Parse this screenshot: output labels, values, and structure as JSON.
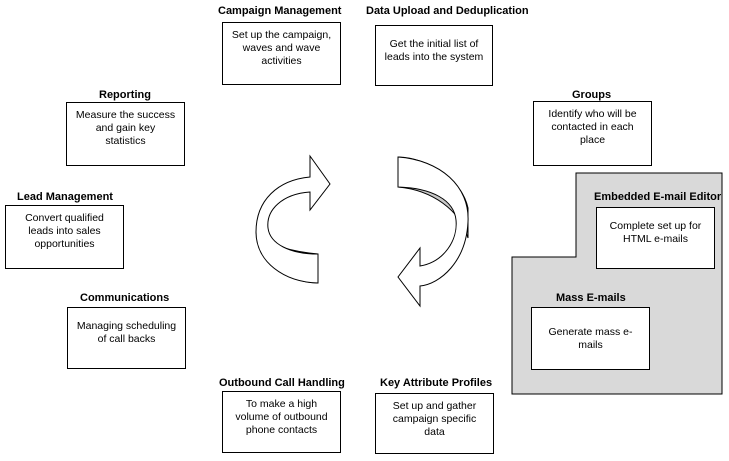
{
  "items": [
    {
      "key": "campaign",
      "title": "Campaign Management",
      "text": "Set up the campaign, waves and wave activities"
    },
    {
      "key": "upload",
      "title": "Data Upload and Deduplication",
      "text": "Get the initial list of leads into the system"
    },
    {
      "key": "groups",
      "title": "Groups",
      "text": "Identify who will be contacted in each place"
    },
    {
      "key": "editor",
      "title": "Embedded E-mail Editor",
      "text": "Complete set up for HTML e-mails"
    },
    {
      "key": "mass",
      "title": "Mass E-mails",
      "text": "Generate mass e-mails"
    },
    {
      "key": "keyattr",
      "title": "Key Attribute Profiles",
      "text": "Set up and gather campaign specific data"
    },
    {
      "key": "outbound",
      "title": "Outbound Call Handling",
      "text": "To make a high volume of outbound phone contacts"
    },
    {
      "key": "comms",
      "title": "Communications",
      "text": "Managing scheduling of call backs"
    },
    {
      "key": "lead",
      "title": "Lead Management",
      "text": "Convert qualified leads into sales opportunities"
    },
    {
      "key": "reporting",
      "title": "Reporting",
      "text": "Measure the success and gain key statistics"
    }
  ],
  "colors": {
    "gray_panel": "#d9d9d9",
    "arrow_shade": "#c8c8c8",
    "border": "#000000"
  }
}
